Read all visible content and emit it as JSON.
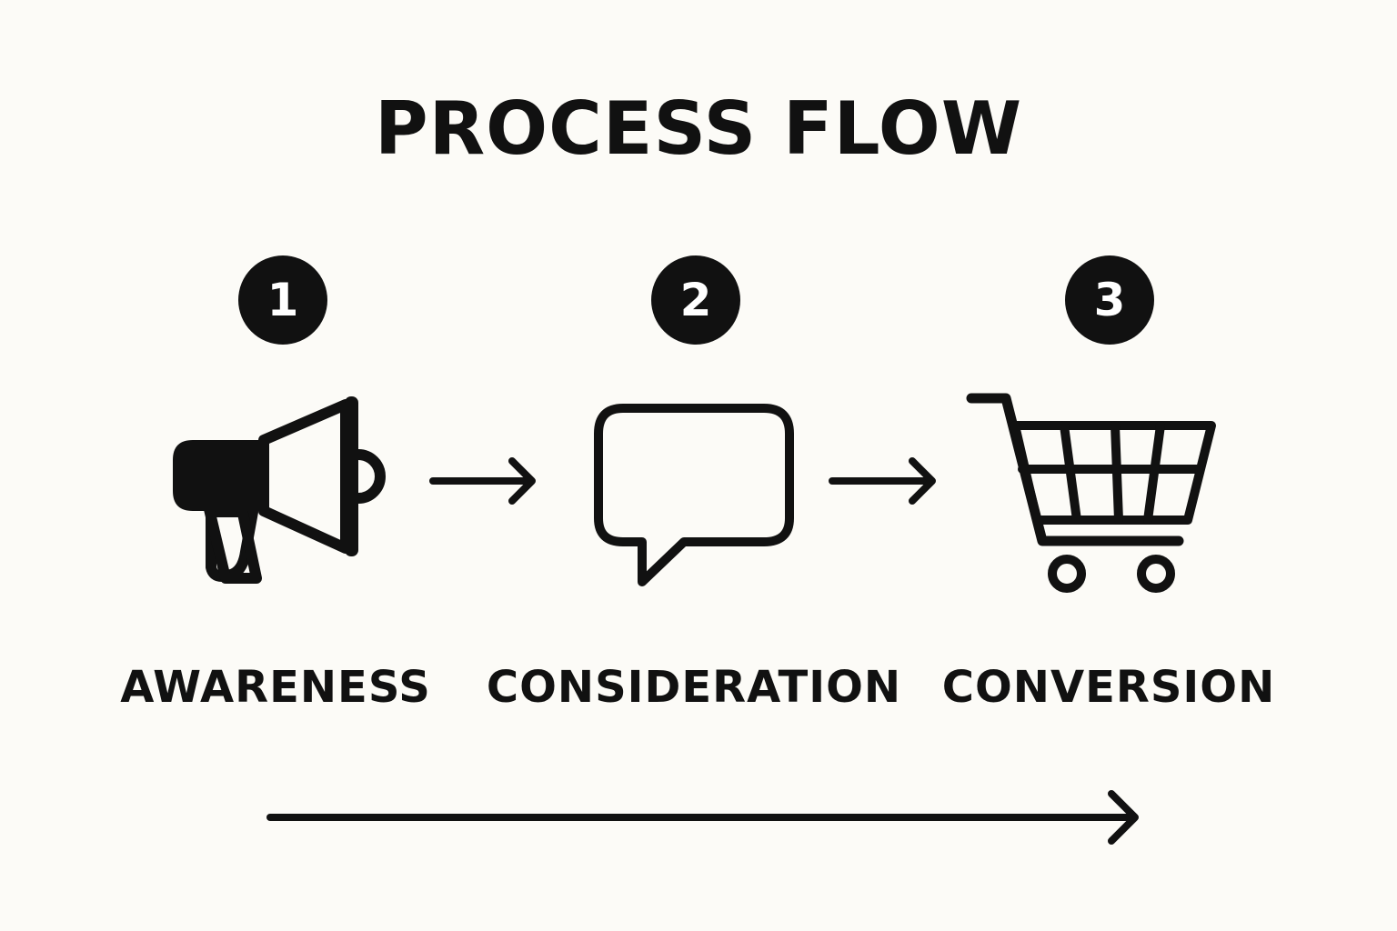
{
  "title": "PROCESS FLOW",
  "steps": [
    {
      "number": "1",
      "label": "AWARENESS",
      "icon": "megaphone-icon"
    },
    {
      "number": "2",
      "label": "CONSIDERATION",
      "icon": "speech-bubble-icon"
    },
    {
      "number": "3",
      "label": "CONVERSION",
      "icon": "shopping-cart-icon"
    }
  ],
  "colors": {
    "background": "#fcfbf7",
    "ink": "#111111",
    "badge_text": "#ffffff"
  }
}
